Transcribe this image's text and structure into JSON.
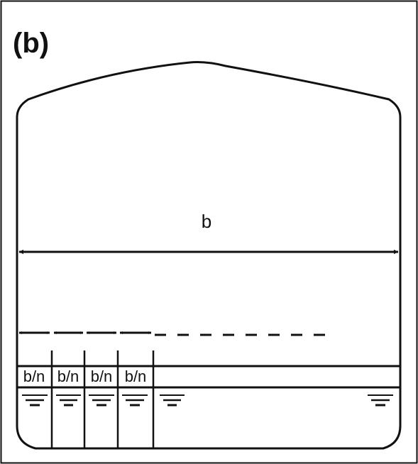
{
  "figure": {
    "panel_label": "(b)",
    "total_width_label": "b",
    "segment_labels": [
      "b/n",
      "b/n",
      "b/n",
      "b/n"
    ]
  },
  "colors": {
    "ink": "#111111",
    "background": "#ffffff"
  }
}
